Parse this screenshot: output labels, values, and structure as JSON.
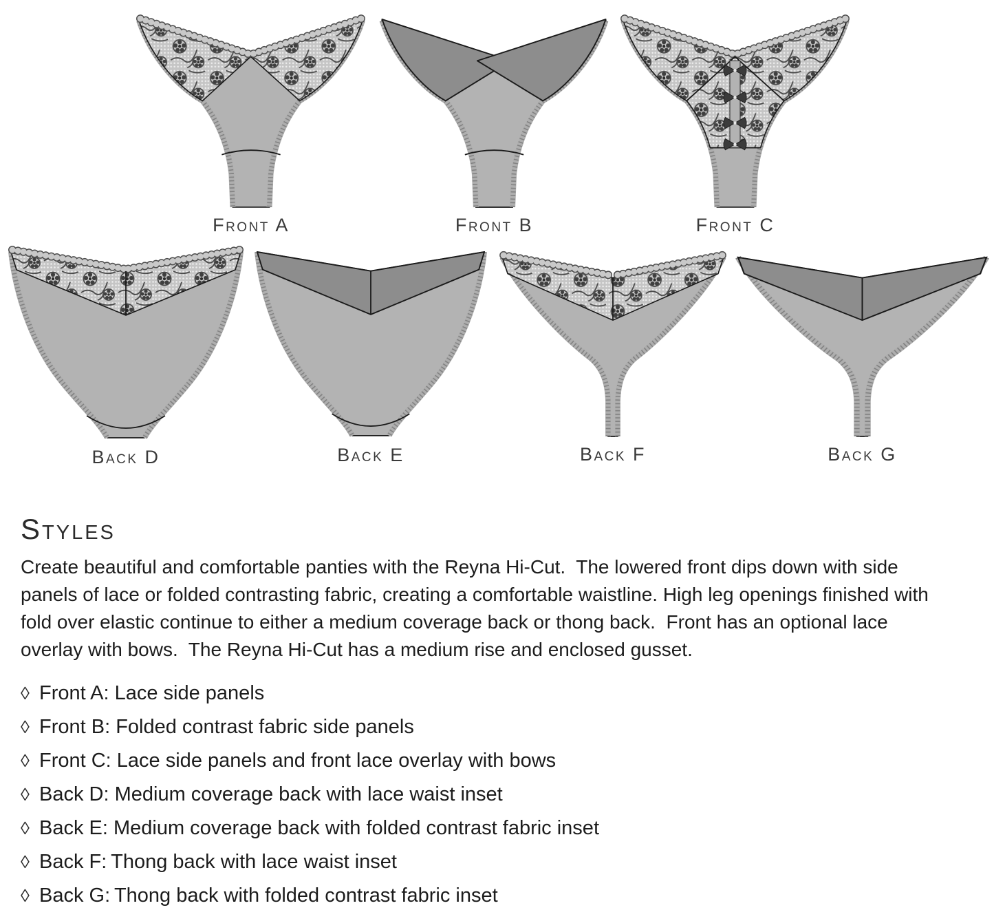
{
  "colors": {
    "fabric": "#b3b3b3",
    "contrast": "#8d8d8d",
    "outline": "#1a1a1a",
    "lace-motif": "#3f3f3f",
    "text": "#1c1c1c"
  },
  "figures": [
    {
      "id": "front-a",
      "label": "Front A",
      "variant": "front",
      "panels": "lace side panels"
    },
    {
      "id": "front-b",
      "label": "Front B",
      "variant": "front",
      "panels": "folded contrast fabric side panels"
    },
    {
      "id": "front-c",
      "label": "Front C",
      "variant": "front",
      "panels": "lace side panels with front lace overlay and bows"
    },
    {
      "id": "back-d",
      "label": "Back D",
      "variant": "medium-coverage-back",
      "panels": "lace waist inset"
    },
    {
      "id": "back-e",
      "label": "Back E",
      "variant": "medium-coverage-back",
      "panels": "folded contrast fabric inset"
    },
    {
      "id": "back-f",
      "label": "Back F",
      "variant": "thong-back",
      "panels": "lace waist inset"
    },
    {
      "id": "back-g",
      "label": "Back G",
      "variant": "thong-back",
      "panels": "folded contrast fabric inset"
    }
  ],
  "styles_section": {
    "heading": "Styles",
    "paragraph_lines": [
      "Create beautiful and comfortable panties with the Reyna Hi-Cut.  The lowered front dips down with side",
      "panels of lace or folded contrasting fabric, creating a comfortable waistline. High leg openings finished with",
      "fold over elastic continue to either a medium coverage back or thong back.  Front has an optional lace",
      "overlay with bows.  The Reyna Hi-Cut has a medium rise and enclosed gusset."
    ],
    "list": [
      {
        "bullet": "◊",
        "text": "Front A: Lace side panels"
      },
      {
        "bullet": "◊",
        "text": "Front B: Folded contrast fabric side panels"
      },
      {
        "bullet": "◊",
        "text": "Front C: Lace side panels and front lace overlay with bows"
      },
      {
        "bullet": "◊",
        "text": "Back D: Medium coverage back with lace waist inset"
      },
      {
        "bullet": "◊",
        "text": "Back E: Medium coverage back with folded contrast fabric inset"
      },
      {
        "bullet": "◊",
        "text": "Back F: Thong back with lace waist inset"
      },
      {
        "bullet": "◊",
        "text": "Back G: Thong back with folded contrast fabric inset"
      }
    ]
  }
}
